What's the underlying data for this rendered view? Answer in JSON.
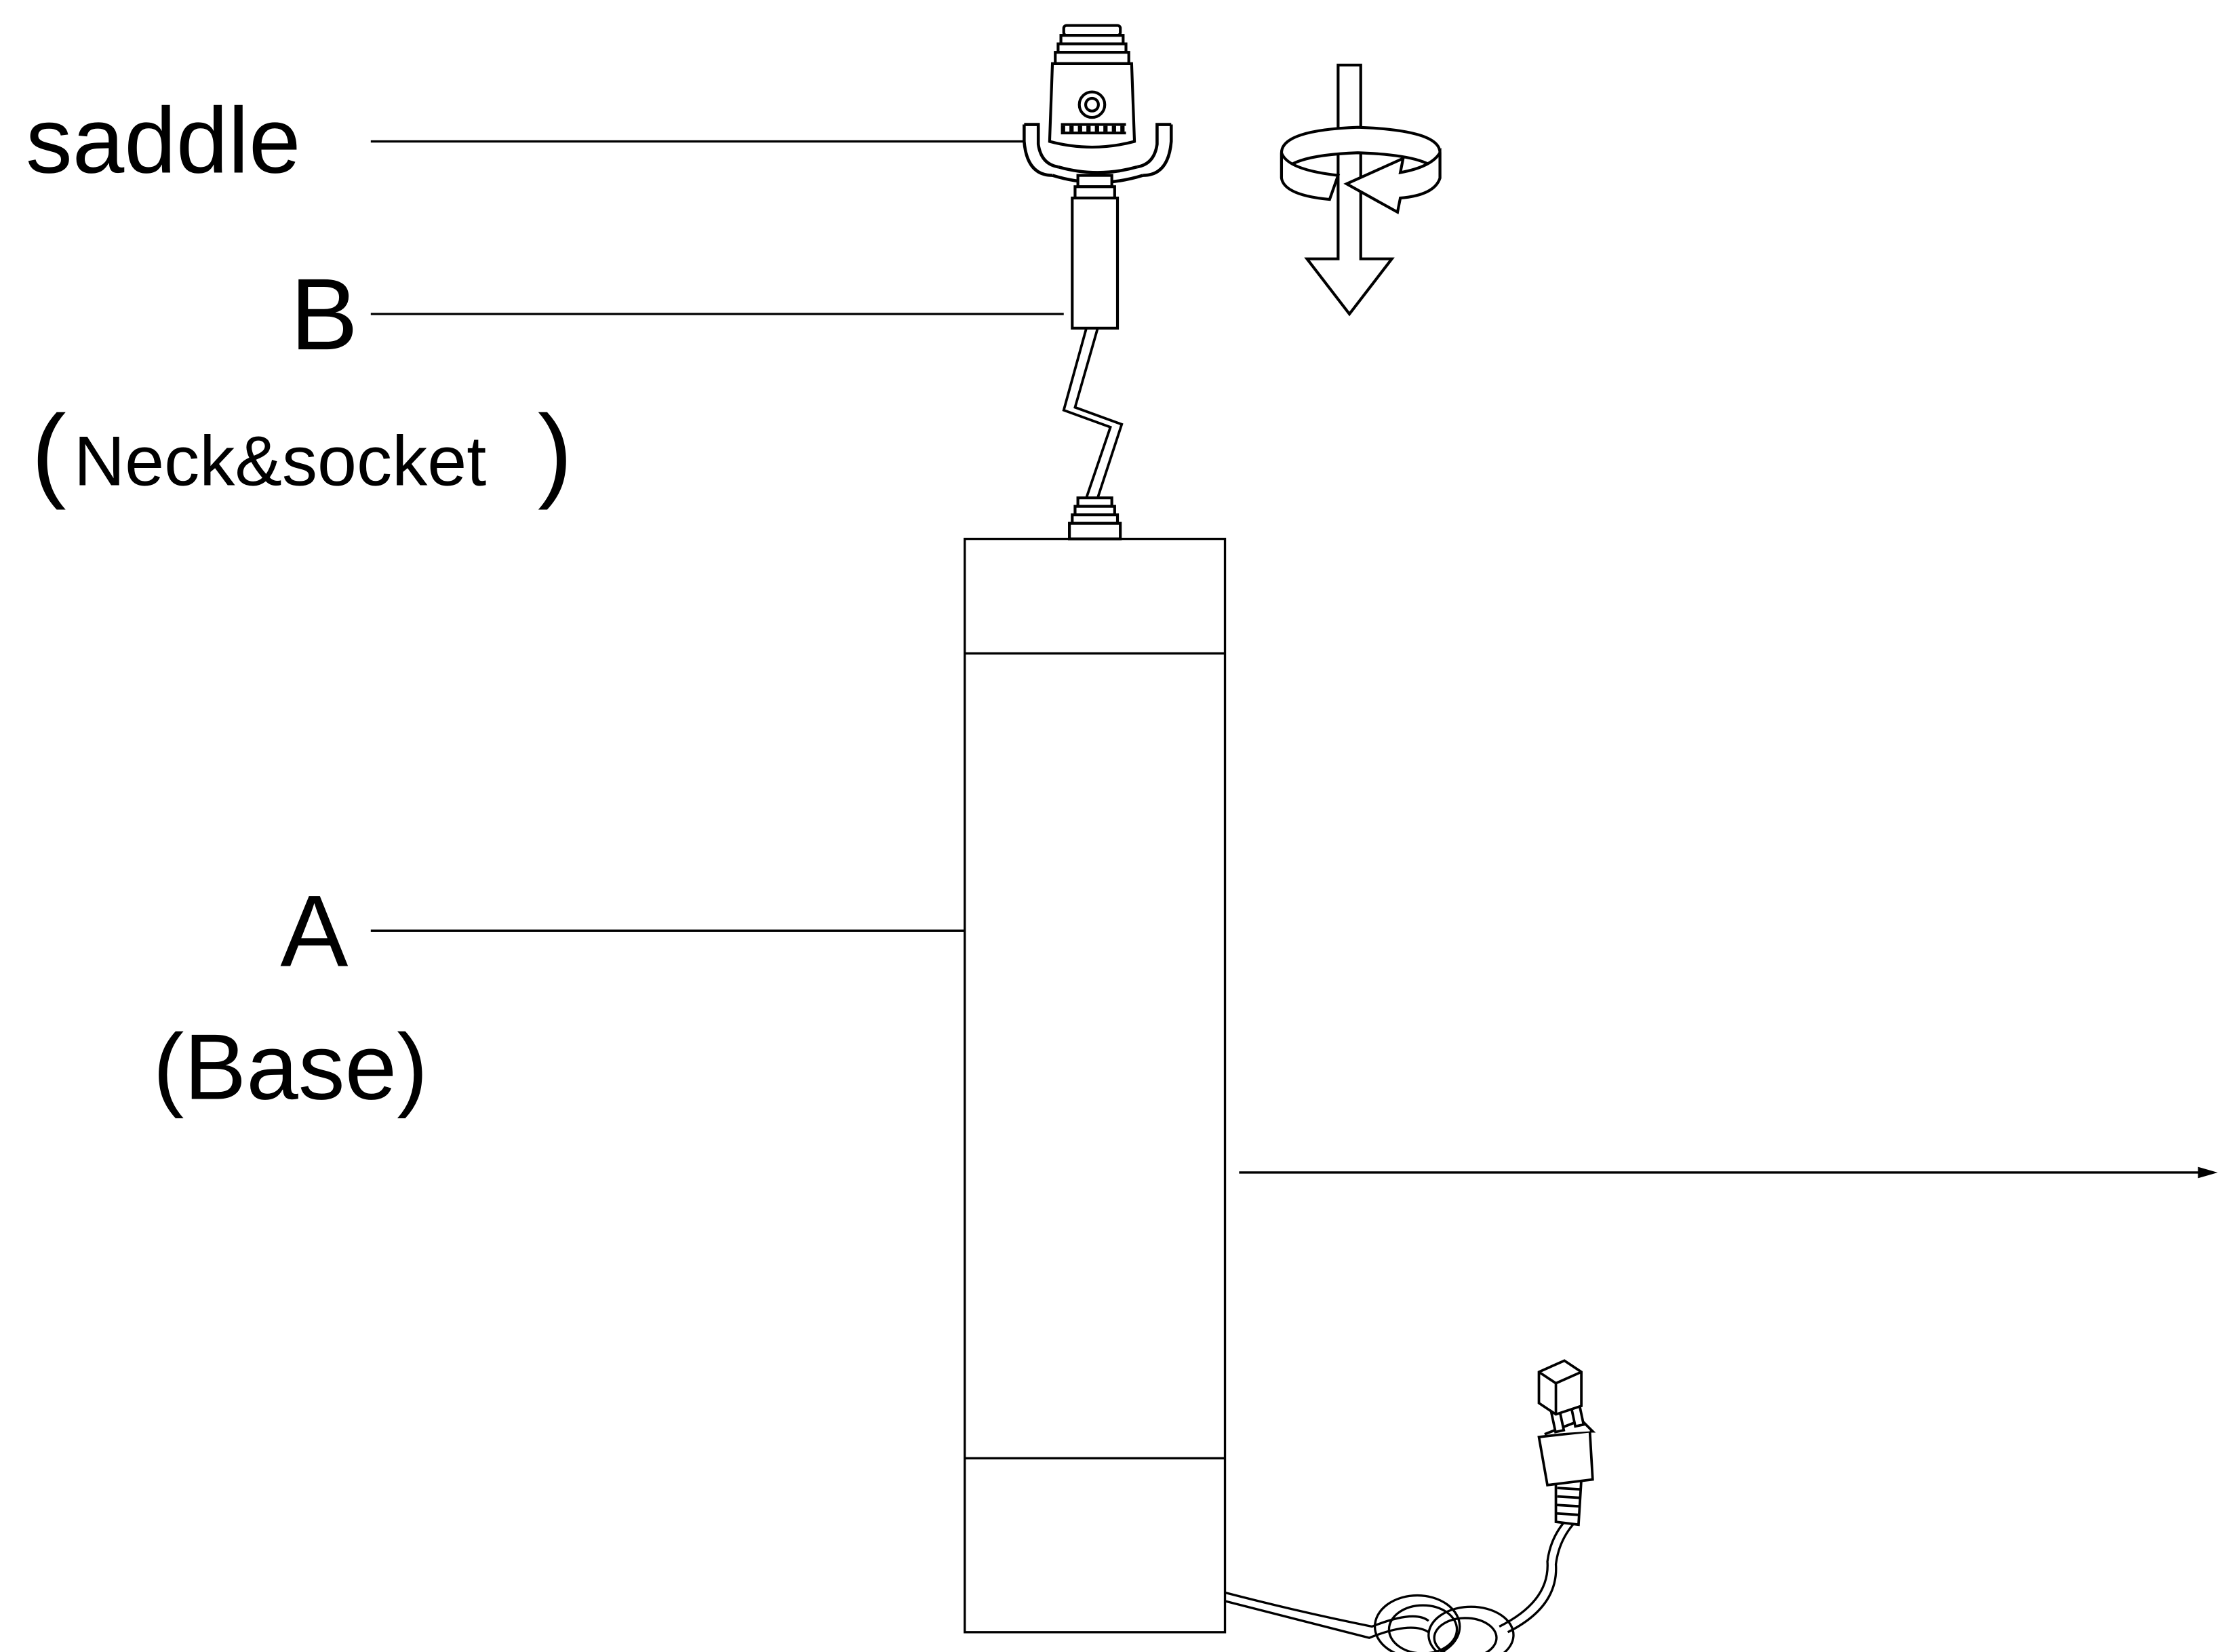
{
  "labels": {
    "saddle": "saddle",
    "b_letter": "B",
    "b_caption": "Neck&socket",
    "a_letter": "A",
    "a_caption": "(Base)"
  },
  "colors": {
    "line": "#000000",
    "background": "#ffffff"
  },
  "icons": {
    "rotate_arrow": "rotate-clockwise-arrow-icon",
    "down_arrow": "arrow-down-icon",
    "plug": "power-plug-icon",
    "plug_cap": "plug-cover-icon"
  }
}
